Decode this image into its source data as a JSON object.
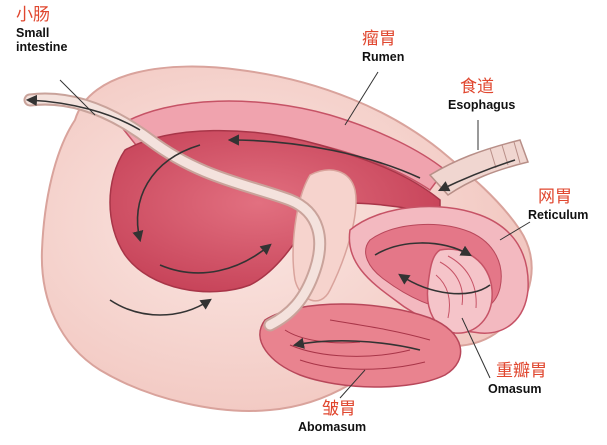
{
  "labels": {
    "small_intestine": {
      "zh": "小肠",
      "en_line1": "Small",
      "en_line2": "intestine"
    },
    "rumen": {
      "zh": "瘤胃",
      "en": "Rumen"
    },
    "esophagus": {
      "zh": "食道",
      "en": "Esophagus"
    },
    "reticulum": {
      "zh": "网胃",
      "en": "Reticulum"
    },
    "omasum": {
      "zh": "重瓣胃",
      "en": "Omasum"
    },
    "abomasum": {
      "zh": "皱胃",
      "en": "Abomasum"
    }
  },
  "colors": {
    "label_zh": "#e0472f",
    "label_en": "#111111",
    "outer_wall": "#f7d9d4",
    "inner_chamber": "#d8586a",
    "mucosa": "#f0a3ae",
    "flow_arrow": "#333333"
  }
}
